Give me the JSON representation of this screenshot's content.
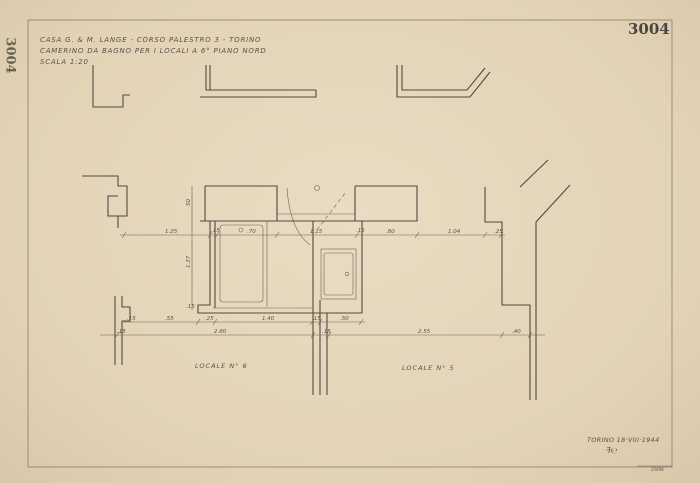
{
  "title_block": {
    "line1": "CASA G. & M. LANGE - CORSO PALESTRO 3 - TORINO",
    "line2": "CAMERINO DA BAGNO PER I LOCALI A 6° PIANO NORD",
    "line3": "SCALA 1:20"
  },
  "drawing_number": "3004",
  "side_number": "3004",
  "rooms": {
    "left": "LOCALE N° 6",
    "right": "LOCALE N° 5"
  },
  "signature": {
    "place_date": "TORINO 18·VIII·1944"
  },
  "archive_code": "23698",
  "dimensions": {
    "top": [
      "1.25",
      ".15",
      ".70",
      "1.15",
      ".15",
      ".80",
      "1.04",
      ".25"
    ],
    "vertical": [
      "50",
      "1.37",
      ".15"
    ],
    "middle": [
      ".15",
      ".55",
      ".25",
      "1.40",
      ".15",
      ".50"
    ],
    "bottom": [
      ".15",
      "2.80",
      ".15",
      "2.55",
      ".40"
    ]
  },
  "colors": {
    "paper": "#e6d8bd",
    "ink": "#4f4a44"
  }
}
